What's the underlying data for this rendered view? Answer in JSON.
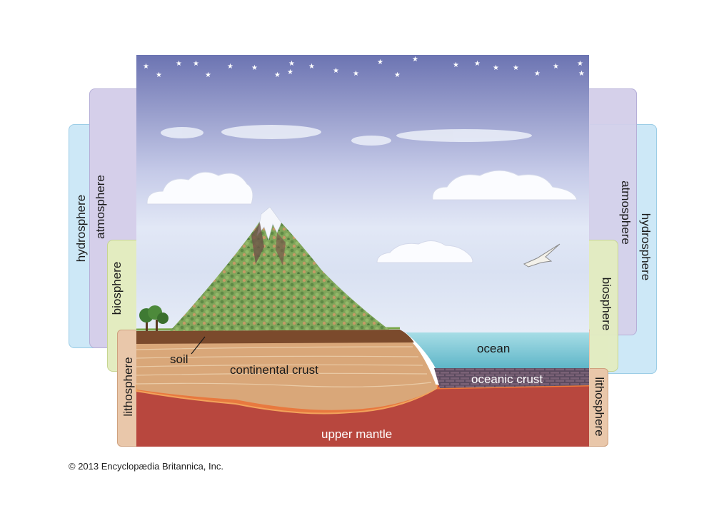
{
  "labels": {
    "hydrosphere_left": "hydrosphere",
    "atmosphere_left": "atmosphere",
    "biosphere_left": "biosphere",
    "lithosphere_left": "lithosphere",
    "hydrosphere_right": "hydrosphere",
    "atmosphere_right": "atmosphere",
    "biosphere_right": "biosphere",
    "lithosphere_right": "lithosphere",
    "soil": "soil",
    "continental_crust": "continental crust",
    "ocean": "ocean",
    "oceanic_crust": "oceanic crust",
    "upper_mantle": "upper mantle"
  },
  "copyright": "© 2013 Encyclopædia Britannica, Inc.",
  "colors": {
    "hydrosphere": "#cde8f7",
    "atmosphere": "#d5cfea",
    "biosphere": "#e3ecc0",
    "lithosphere": "#e9c7aa",
    "sky_top": "#6a73b0",
    "mantle": "#b8473e",
    "ocean": "#7fc6d4"
  }
}
